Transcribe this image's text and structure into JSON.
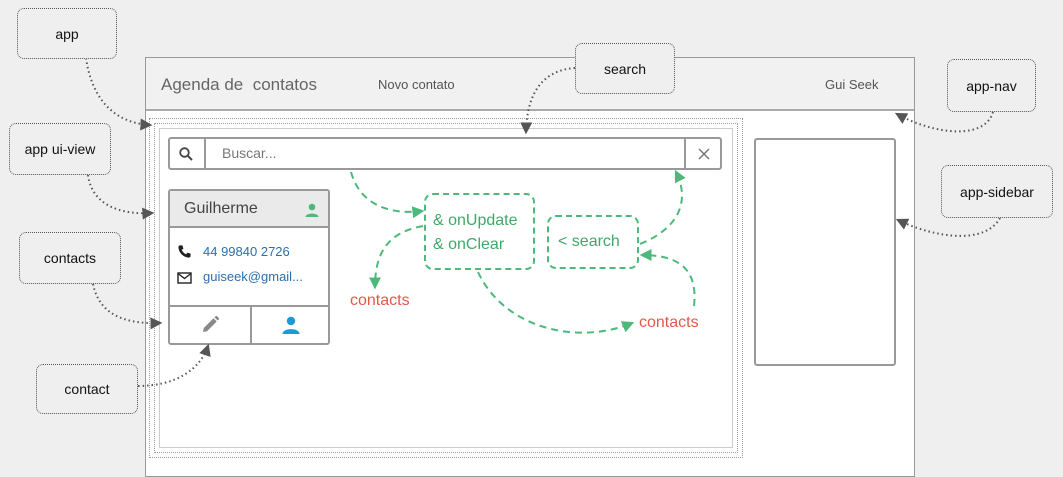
{
  "callouts": {
    "app": "app",
    "app_ui_view": "app ui-view",
    "contacts": "contacts",
    "contact": "contact",
    "search": "search",
    "app_nav": "app-nav",
    "app_sidebar": "app-sidebar"
  },
  "nav": {
    "brand": "Agenda de  contatos",
    "new_contact": "Novo contato",
    "user": "Gui Seek"
  },
  "search": {
    "placeholder": "Buscar...",
    "icon": "search-icon",
    "clear_icon": "close-icon"
  },
  "contact_card": {
    "name": "Guilherme",
    "phone": "44 99840 2726",
    "email": "guiseek@gmail...",
    "icons": [
      "person-icon",
      "phone-icon",
      "mail-icon",
      "pencil-icon",
      "person-icon"
    ]
  },
  "bindings": {
    "handlers_line1": "& onUpdate",
    "handlers_line2": "& onClear",
    "search_binding": "< search",
    "contacts_left": "contacts",
    "contacts_right": "contacts"
  },
  "colors": {
    "binding_green": "#4cb97a",
    "contacts_red": "#e05a4a",
    "link_blue": "#2a6fb0",
    "person_green": "#4cb97a",
    "person_blue": "#1a9ad6"
  }
}
